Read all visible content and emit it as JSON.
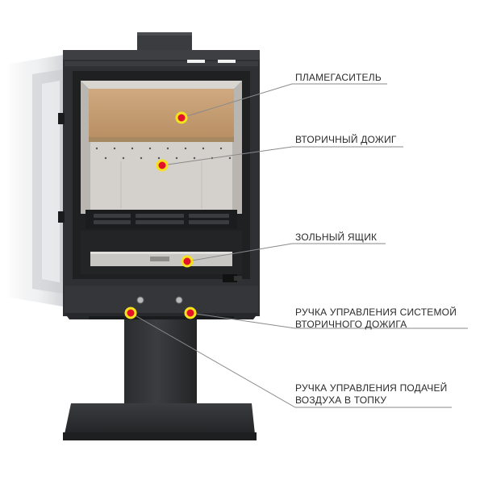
{
  "colors": {
    "stove_body": "#2e3033",
    "stove_dark": "#1c1d1f",
    "firebox_back": "#c9a57c",
    "firebox_wall": "#d3d0cc",
    "marker_fill": "#e3122a",
    "marker_ring": "#f6e21c",
    "leader_line": "#8a8a8a"
  },
  "callouts": [
    {
      "id": "flame",
      "lines": [
        "ПЛАМЕГАСИТЕЛЬ"
      ]
    },
    {
      "id": "secondary",
      "lines": [
        "ВТОРИЧНЫЙ ДОЖИГ"
      ]
    },
    {
      "id": "ash",
      "lines": [
        "ЗОЛЬНЫЙ ЯЩИК"
      ]
    },
    {
      "id": "control_secondary",
      "lines": [
        "РУЧКА УПРАВЛЕНИЯ СИСТЕМОЙ",
        "ВТОРИЧНОГО ДОЖИГА"
      ]
    },
    {
      "id": "control_air",
      "lines": [
        "РУЧКА УПРАВЛЕНИЯ ПОДАЧЕЙ",
        "ВОЗДУХА В ТОПКУ"
      ]
    }
  ]
}
